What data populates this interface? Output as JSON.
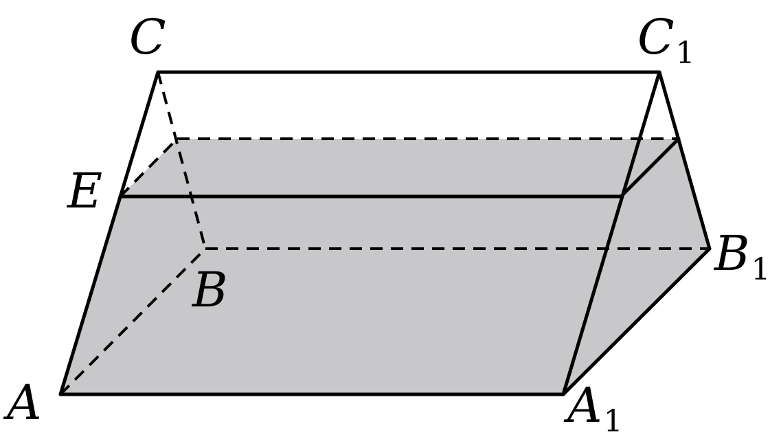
{
  "diagram": {
    "shade_color": "#c8c8ca",
    "line_color": "#000000",
    "labels": {
      "C": {
        "letter": "C",
        "subscript": ""
      },
      "C1": {
        "letter": "C",
        "subscript": "1"
      },
      "E": {
        "letter": "E",
        "subscript": ""
      },
      "B": {
        "letter": "B",
        "subscript": ""
      },
      "B1": {
        "letter": "B",
        "subscript": "1"
      },
      "A": {
        "letter": "A",
        "subscript": ""
      },
      "A1": {
        "letter": "A",
        "subscript": "1"
      }
    }
  }
}
